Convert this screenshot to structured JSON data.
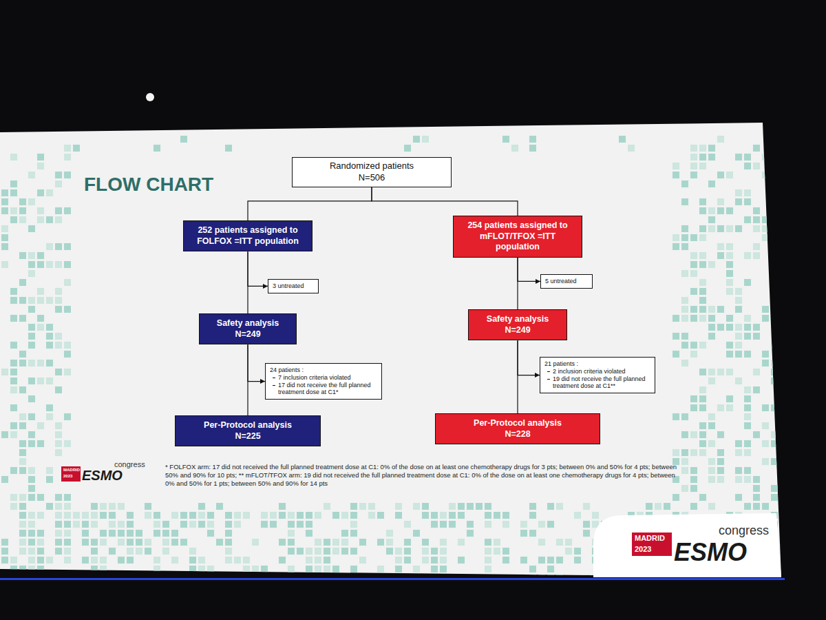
{
  "diagram": {
    "title": "FLOW CHART",
    "nodes": [
      {
        "text": [
          "Randomized patients",
          "N=506"
        ]
      },
      {
        "text": [
          "252 patients assigned to FOLFOX =ITT population"
        ]
      },
      {
        "text": [
          "254 patients assigned to mFLOT/TFOX =ITT population"
        ]
      },
      {
        "text": [
          "3 untreated"
        ]
      },
      {
        "text": [
          "5 untreated"
        ]
      },
      {
        "text": [
          "Safety analysis",
          "N=249"
        ]
      },
      {
        "text": [
          "Safety analysis",
          "N=249"
        ]
      },
      {
        "text": [
          "24 patients :",
          "7 inclusion criteria violated",
          "17 did not receive the full planned treatment dose at C1*"
        ]
      },
      {
        "text": [
          "21 patients :",
          "2 inclusion criteria violated",
          "19 did not receive the full planned treatment dose at C1**"
        ]
      },
      {
        "text": [
          "Per-Protocol analysis",
          "N=225"
        ]
      },
      {
        "text": [
          "Per-Protocol analysis",
          "N=228"
        ]
      }
    ],
    "edges": [
      {
        "from": 0,
        "to": 1,
        "arrow": "none"
      },
      {
        "from": 0,
        "to": 2,
        "arrow": "none"
      },
      {
        "from": 1,
        "to": 3,
        "arrow": "to"
      },
      {
        "from": 1,
        "to": 5,
        "arrow": "none"
      },
      {
        "from": 2,
        "to": 4,
        "arrow": "to"
      },
      {
        "from": 2,
        "to": 6,
        "arrow": "none"
      },
      {
        "from": 5,
        "to": 7,
        "arrow": "to"
      },
      {
        "from": 5,
        "to": 9,
        "arrow": "none"
      },
      {
        "from": 6,
        "to": 8,
        "arrow": "to"
      },
      {
        "from": 6,
        "to": 10,
        "arrow": "none"
      }
    ],
    "labels": [
      "* FOLFOX arm: 17 did not received the full planned treatment dose at C1: 0% of the dose on at least one chemotherapy drugs for 3 pts; between 0% and 50% for 4 pts; between 50% and 90% for 10 pts; ** mFLOT/TFOX arm: 19 did not received the full planned treatment dose at C1: 0% of the dose on at least one chemotherapy drugs for 4 pts; between 0% and 50% for 1 pts; between 50% and 90% for 14 pts",
      "MADRID",
      "2023",
      "ESMO",
      "congress",
      "MADRID",
      "2023",
      "ESMO",
      "congress"
    ]
  }
}
